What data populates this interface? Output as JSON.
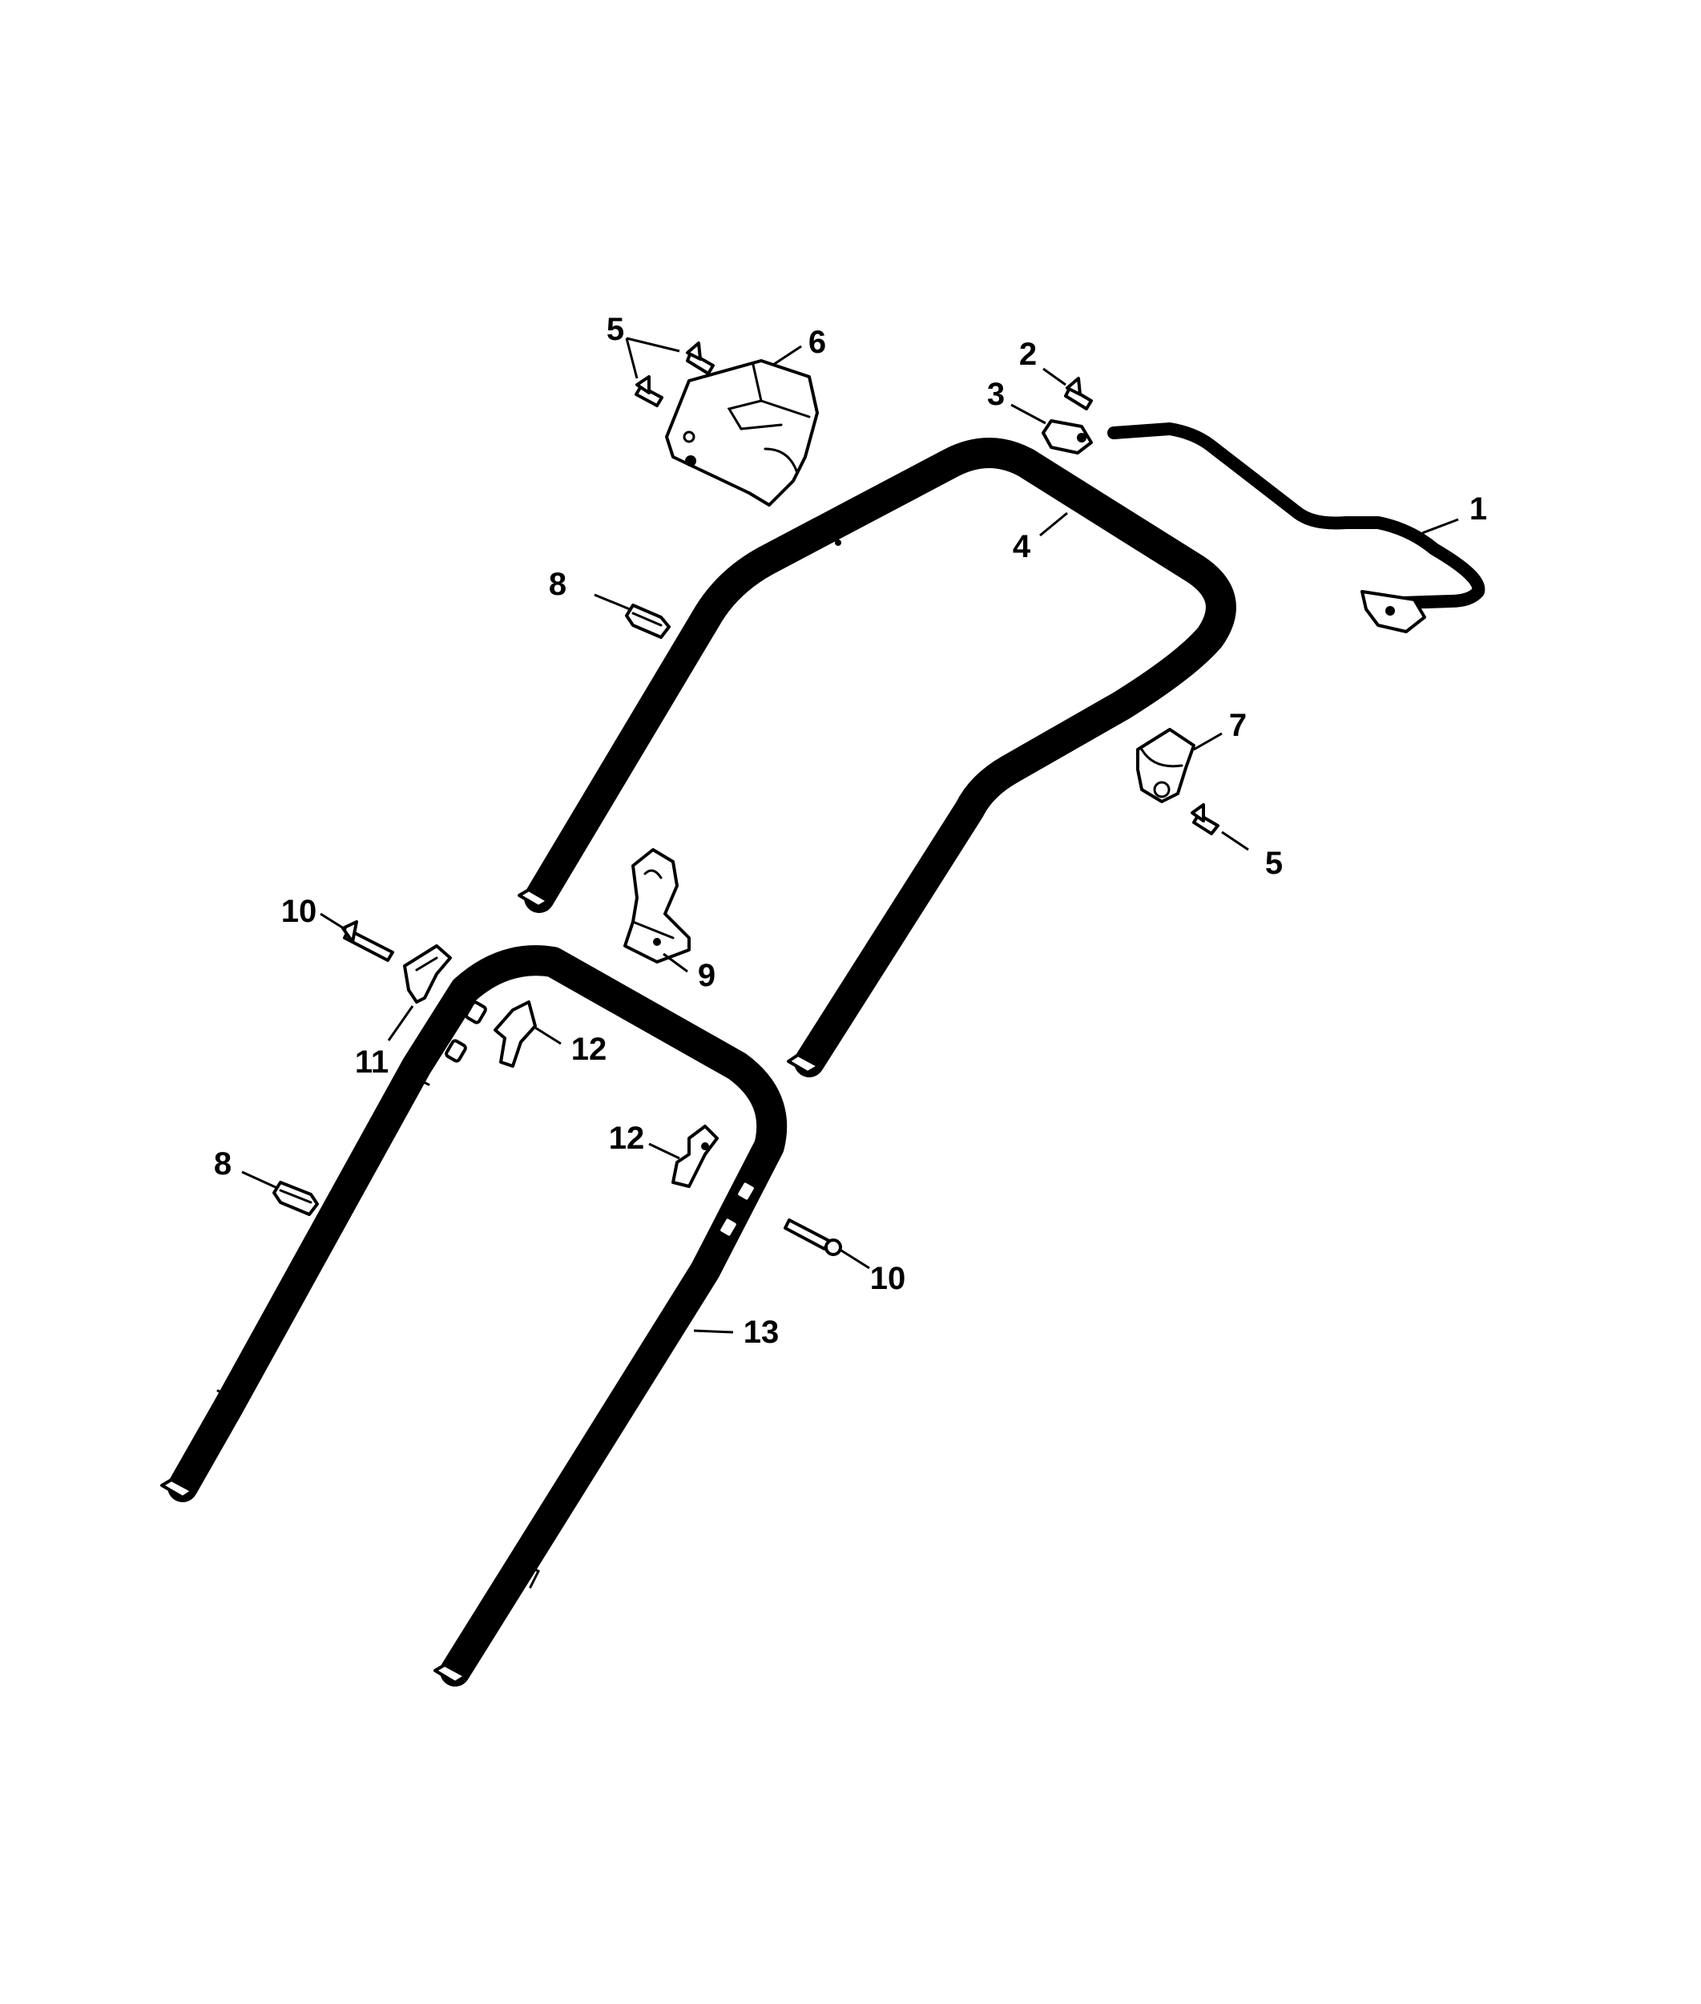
{
  "callouts": [
    {
      "id": "c1",
      "label": "1"
    },
    {
      "id": "c2",
      "label": "2"
    },
    {
      "id": "c3",
      "label": "3"
    },
    {
      "id": "c4",
      "label": "4"
    },
    {
      "id": "c5a",
      "label": "5"
    },
    {
      "id": "c5b",
      "label": "5"
    },
    {
      "id": "c6",
      "label": "6"
    },
    {
      "id": "c7",
      "label": "7"
    },
    {
      "id": "c8a",
      "label": "8"
    },
    {
      "id": "c8b",
      "label": "8"
    },
    {
      "id": "c9",
      "label": "9"
    },
    {
      "id": "c10a",
      "label": "10"
    },
    {
      "id": "c10b",
      "label": "10"
    },
    {
      "id": "c11",
      "label": "11"
    },
    {
      "id": "c12a",
      "label": "12"
    },
    {
      "id": "c12b",
      "label": "12"
    },
    {
      "id": "c13",
      "label": "13"
    }
  ]
}
